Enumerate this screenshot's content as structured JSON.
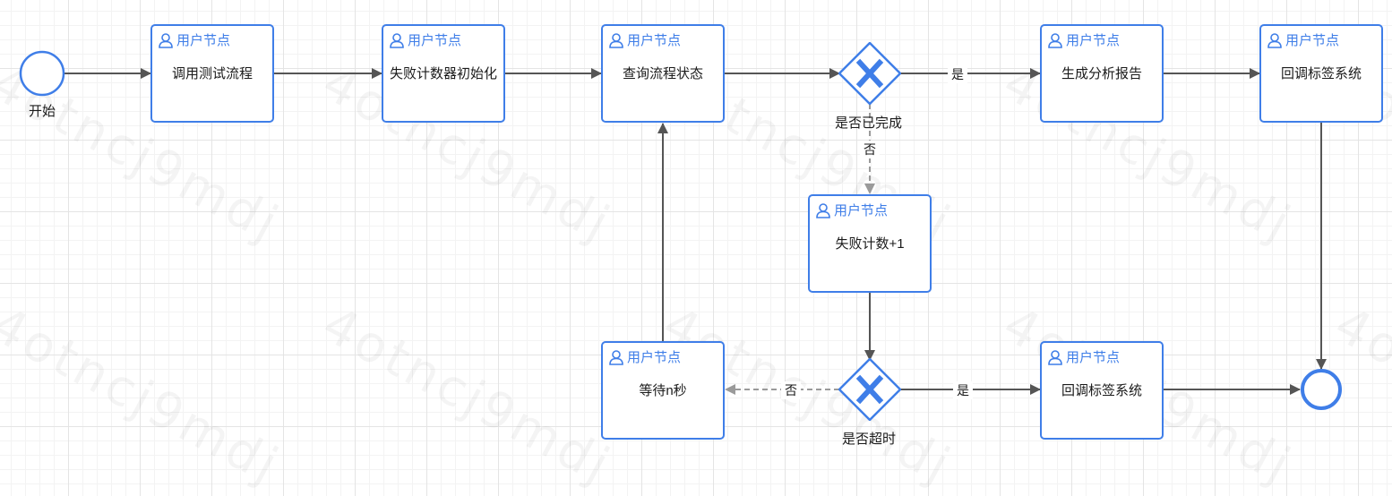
{
  "watermark": "4otncj9mdj",
  "colors": {
    "accent": "#3f7ee8",
    "line": "#555555",
    "dashed_line": "#9a9a9a"
  },
  "task_header_icon": "user-icon",
  "nodes": {
    "start_label": "开始",
    "tasks": [
      {
        "id": "t1",
        "header": "用户节点",
        "label": "调用测试流程"
      },
      {
        "id": "t2",
        "header": "用户节点",
        "label": "失败计数器初始化"
      },
      {
        "id": "t3",
        "header": "用户节点",
        "label": "查询流程状态"
      },
      {
        "id": "t4",
        "header": "用户节点",
        "label": "生成分析报告"
      },
      {
        "id": "t5",
        "header": "用户节点",
        "label": "回调标签系统"
      },
      {
        "id": "t6",
        "header": "用户节点",
        "label": "失败计数+1"
      },
      {
        "id": "t7",
        "header": "用户节点",
        "label": "等待n秒"
      },
      {
        "id": "t8",
        "header": "用户节点",
        "label": "回调标签系统"
      }
    ],
    "gateways": [
      {
        "id": "g1",
        "label": "是否已完成"
      },
      {
        "id": "g2",
        "label": "是否超时"
      }
    ]
  },
  "edge_labels": {
    "g1_yes": "是",
    "g1_no": "否",
    "g2_yes": "是",
    "g2_no": "否"
  }
}
